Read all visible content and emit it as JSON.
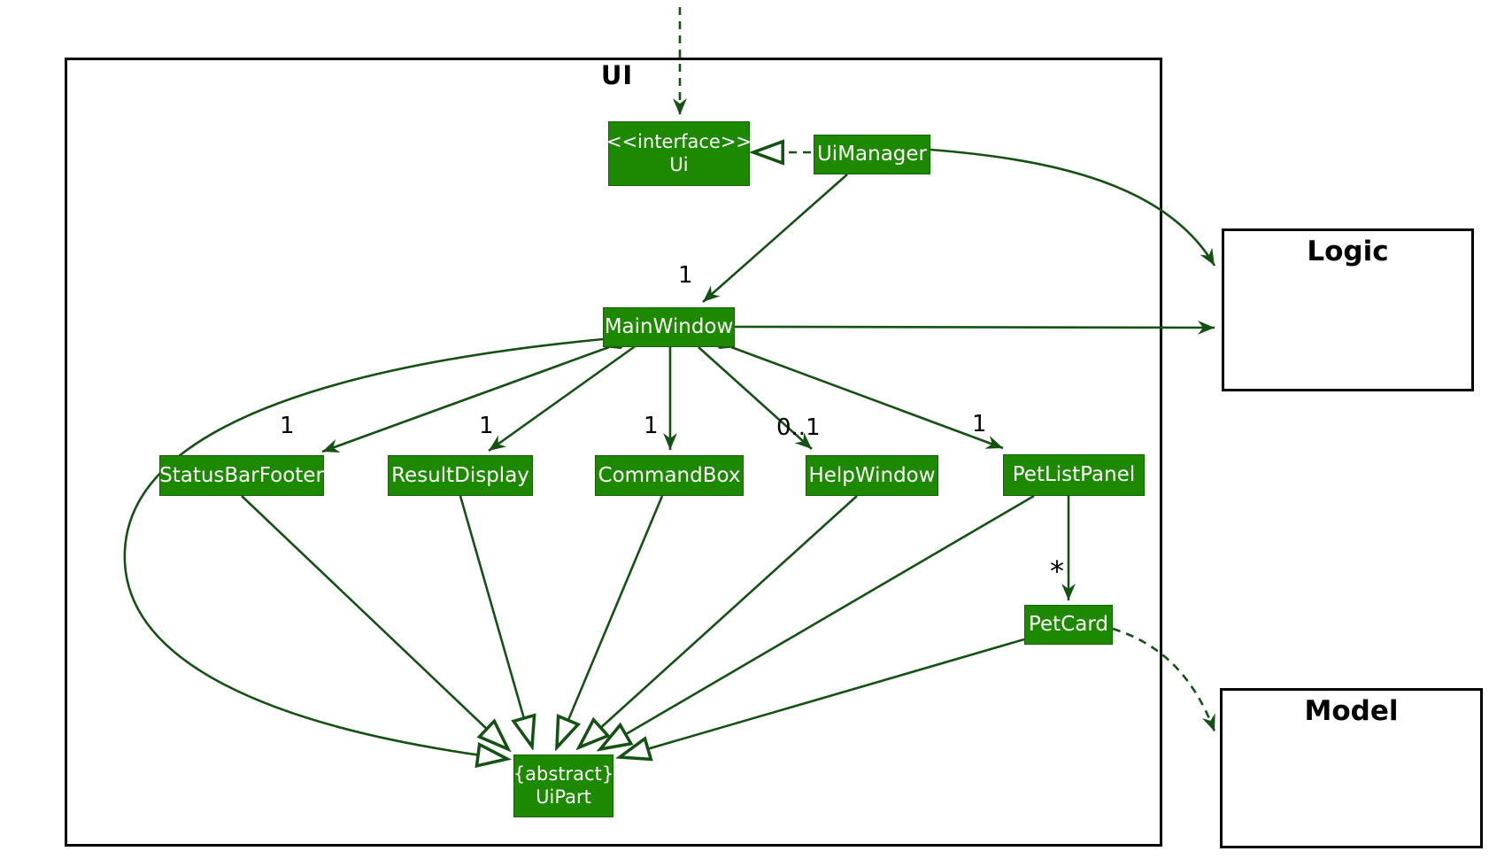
{
  "diagram": {
    "frame_label": "UI",
    "colors": {
      "class_fill": "#1d8900",
      "connector": "#145214",
      "frame_border": "#000000",
      "class_text": "#ffffff",
      "label_text": "#000000"
    }
  },
  "classes": {
    "ui_interface": {
      "stereotype": "<<interface>>",
      "name": "Ui"
    },
    "ui_manager": {
      "name": "UiManager"
    },
    "main_window": {
      "name": "MainWindow"
    },
    "status_bar_footer": {
      "name": "StatusBarFooter"
    },
    "result_display": {
      "name": "ResultDisplay"
    },
    "command_box": {
      "name": "CommandBox"
    },
    "help_window": {
      "name": "HelpWindow"
    },
    "pet_list_panel": {
      "name": "PetListPanel"
    },
    "pet_card": {
      "name": "PetCard"
    },
    "ui_part": {
      "stereotype": "{abstract}",
      "name": "UiPart"
    }
  },
  "external_components": {
    "logic": {
      "name": "Logic"
    },
    "model": {
      "name": "Model"
    }
  },
  "multiplicities": {
    "uimanager_mainwindow": "1",
    "statusbarfooter": "1",
    "resultdisplay": "1",
    "commandbox": "1",
    "helpwindow": "0..1",
    "petlistpanel": "1",
    "petcard": "*"
  }
}
